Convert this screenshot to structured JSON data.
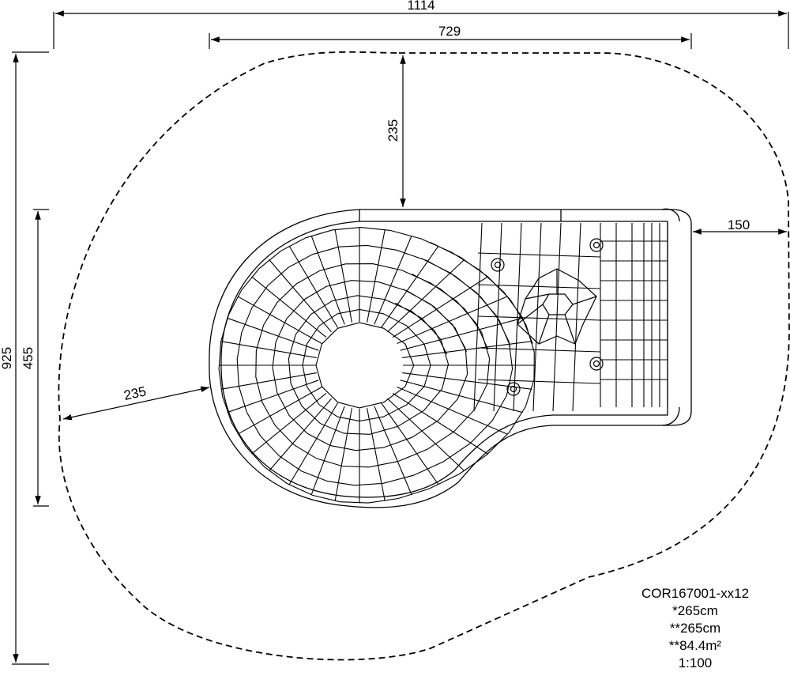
{
  "dimensions": {
    "overall_width": "1114",
    "inner_width": "729",
    "top_clearance": "235",
    "right_clearance": "150",
    "overall_height": "925",
    "structure_height": "455",
    "left_clearance": "235"
  },
  "info": {
    "product_code": "COR167001-xx12",
    "height_1": "*265cm",
    "height_2": "**265cm",
    "area": "**84.4m²",
    "scale": "1:100"
  },
  "colors": {
    "line": "#000000",
    "background": "#ffffff"
  }
}
